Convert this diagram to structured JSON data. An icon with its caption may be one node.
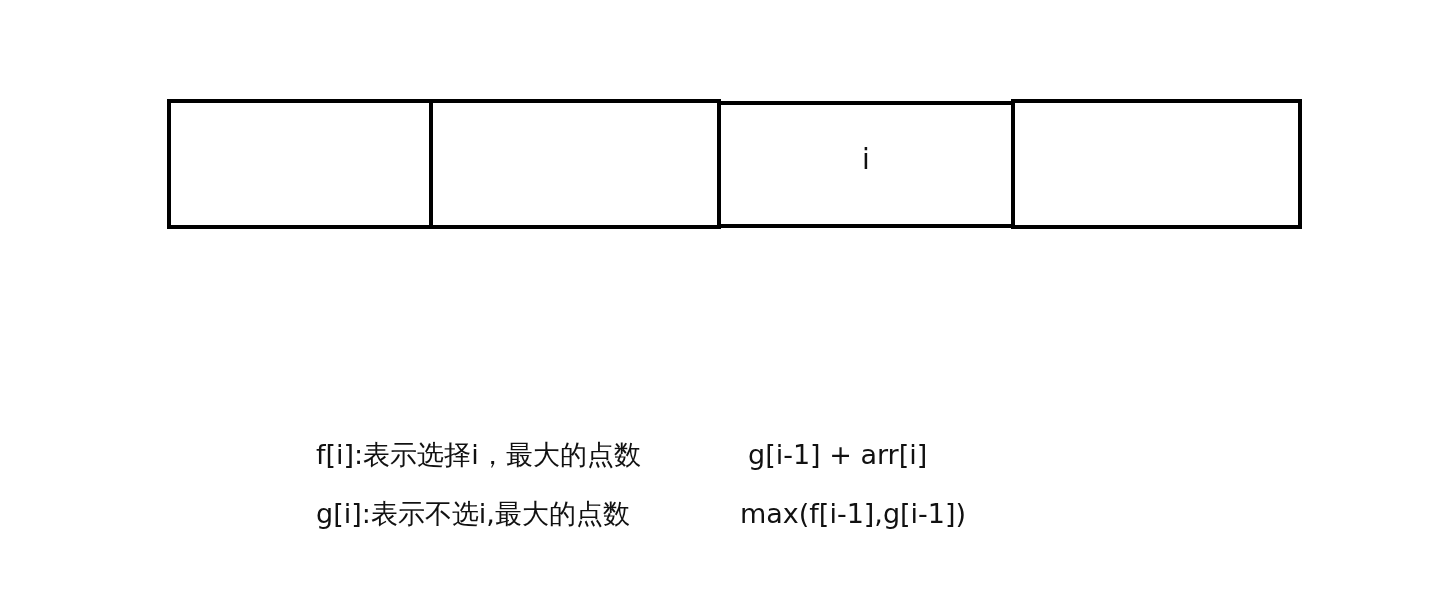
{
  "diagram": {
    "nodes": [
      {
        "text": [],
        "shape": "box"
      },
      {
        "text": [],
        "shape": "box"
      },
      {
        "text": [
          "i"
        ]
      },
      {
        "text": [],
        "shape": "box"
      }
    ],
    "labels": [
      "f[i]:表示选择i，最大的点数",
      "g[i-1] + arr[i]",
      "g[i]:表示不选i,最大的点数",
      "max(f[i-1],g[i-1])"
    ]
  }
}
